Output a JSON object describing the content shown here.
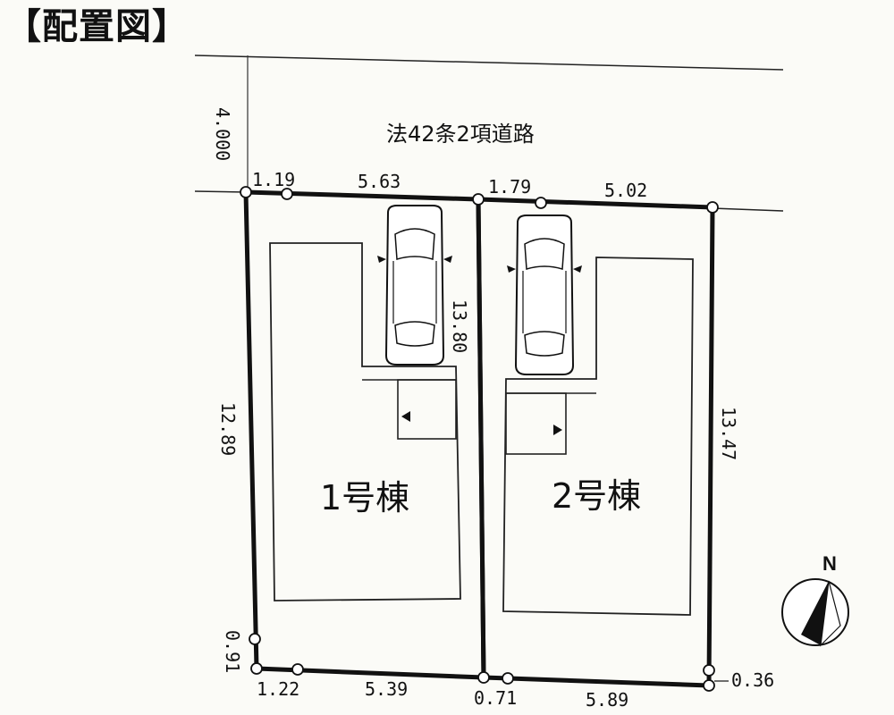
{
  "title": "【配置図】",
  "road": {
    "label": "法42条2項道路",
    "width": "4.000"
  },
  "lots": [
    {
      "building_label": "1号棟",
      "front_segments": [
        "1.19",
        "5.63"
      ],
      "rear_segments": [
        "1.22",
        "5.39"
      ],
      "left_side": "12.89",
      "right_side": "13.80",
      "corner_offset": "0.91"
    },
    {
      "building_label": "2号棟",
      "front_segments": [
        "1.79",
        "5.02"
      ],
      "rear_segments": [
        "0.71",
        "5.89"
      ],
      "right_side": "13.47",
      "corner_offset": "0.36"
    }
  ],
  "compass": {
    "label": "N"
  }
}
